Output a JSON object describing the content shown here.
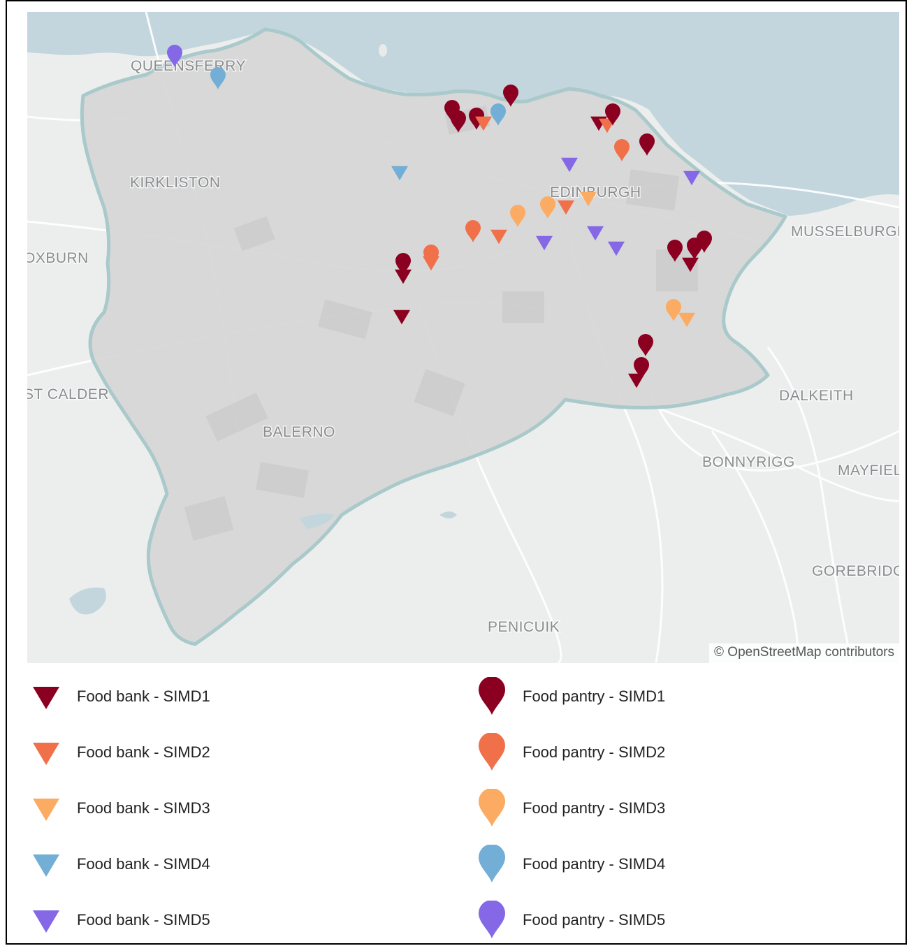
{
  "map": {
    "places": [
      {
        "name": "QUEENSFERRY"
      },
      {
        "name": "KIRKLISTON"
      },
      {
        "name": "EDINBURGH"
      },
      {
        "name": "MUSSELBURGH"
      },
      {
        "name": "OXBURN"
      },
      {
        "name": "ST CALDER"
      },
      {
        "name": "BALERNO"
      },
      {
        "name": "DALKEITH"
      },
      {
        "name": "BONNYRIGG"
      },
      {
        "name": "MAYFIEL"
      },
      {
        "name": "GOREBRIDG"
      },
      {
        "name": "PENICUIK"
      }
    ],
    "attribution": "© OpenStreetMap contributors"
  },
  "colors": {
    "SIMD1": "#8b0020",
    "SIMD2": "#f0704a",
    "SIMD3": "#fcab62",
    "SIMD4": "#72aed5",
    "SIMD5": "#8468e6",
    "sea": "#c3d6dd",
    "region_fill": "#d6d6d6",
    "region_border": "#a9c9cb"
  },
  "legend": [
    {
      "label": "Food bank - SIMD1",
      "shape": "triangle",
      "simd": "SIMD1"
    },
    {
      "label": "Food bank - SIMD2",
      "shape": "triangle",
      "simd": "SIMD2"
    },
    {
      "label": "Food bank - SIMD3",
      "shape": "triangle",
      "simd": "SIMD3"
    },
    {
      "label": "Food bank - SIMD4",
      "shape": "triangle",
      "simd": "SIMD4"
    },
    {
      "label": "Food bank - SIMD5",
      "shape": "triangle",
      "simd": "SIMD5"
    },
    {
      "label": "Food pantry - SIMD1",
      "shape": "pin",
      "simd": "SIMD1"
    },
    {
      "label": "Food pantry - SIMD2",
      "shape": "pin",
      "simd": "SIMD2"
    },
    {
      "label": "Food pantry - SIMD3",
      "shape": "pin",
      "simd": "SIMD3"
    },
    {
      "label": "Food pantry - SIMD4",
      "shape": "pin",
      "simd": "SIMD4"
    },
    {
      "label": "Food pantry - SIMD5",
      "shape": "pin",
      "simd": "SIMD5"
    }
  ]
}
